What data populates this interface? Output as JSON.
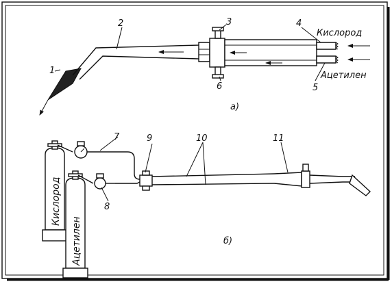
{
  "labels": {
    "oxygen_top": "Кислород",
    "acetylene_top": "Ацетилен",
    "sub_a": "а)",
    "sub_b": "б)",
    "cyl_oxygen": "Кислород",
    "cyl_acetylene": "Ацетилен"
  },
  "numbers": {
    "n1": "1",
    "n2": "2",
    "n3": "3",
    "n4": "4",
    "n5": "5",
    "n6": "6",
    "n7": "7",
    "n8": "8",
    "n9": "9",
    "n10": "10",
    "n11": "11"
  }
}
